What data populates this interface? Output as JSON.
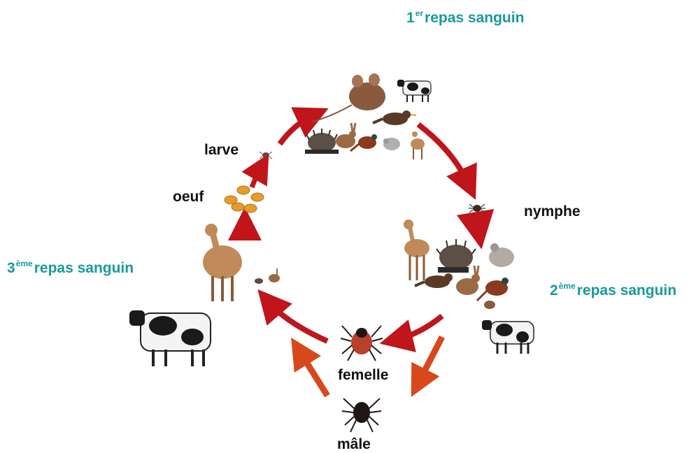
{
  "colors": {
    "meal_text": "#1a9a9a",
    "label_text": "#111111",
    "cycle_arrow": "#c0151b",
    "male_arrow": "#d9481c",
    "egg": "#e59c2c"
  },
  "meals": {
    "first": {
      "num": "1",
      "sup": "er",
      "text": "repas sanguin"
    },
    "second": {
      "num": "2",
      "sup": "ème",
      "text": "repas sanguin"
    },
    "third": {
      "num": "3",
      "sup": "ème",
      "text": "repas sanguin"
    }
  },
  "stages": {
    "larva": "larve",
    "egg": "oeuf",
    "nymph": "nymphe",
    "female": "femelle",
    "male": "mâle"
  },
  "illustrations": {
    "top_hosts": [
      "mouse",
      "cow",
      "blackbird",
      "hedgehog",
      "hare",
      "pheasant",
      "squirrel",
      "deer"
    ],
    "right_hosts": [
      "deer",
      "hedgehog",
      "squirrel",
      "blackbird",
      "hare",
      "pheasant",
      "mouse",
      "cow"
    ],
    "left_hosts": [
      "deer",
      "hedgehog",
      "hare",
      "cow"
    ],
    "ticks": [
      "larva-tick",
      "nymph-tick",
      "female-tick",
      "male-tick"
    ]
  }
}
